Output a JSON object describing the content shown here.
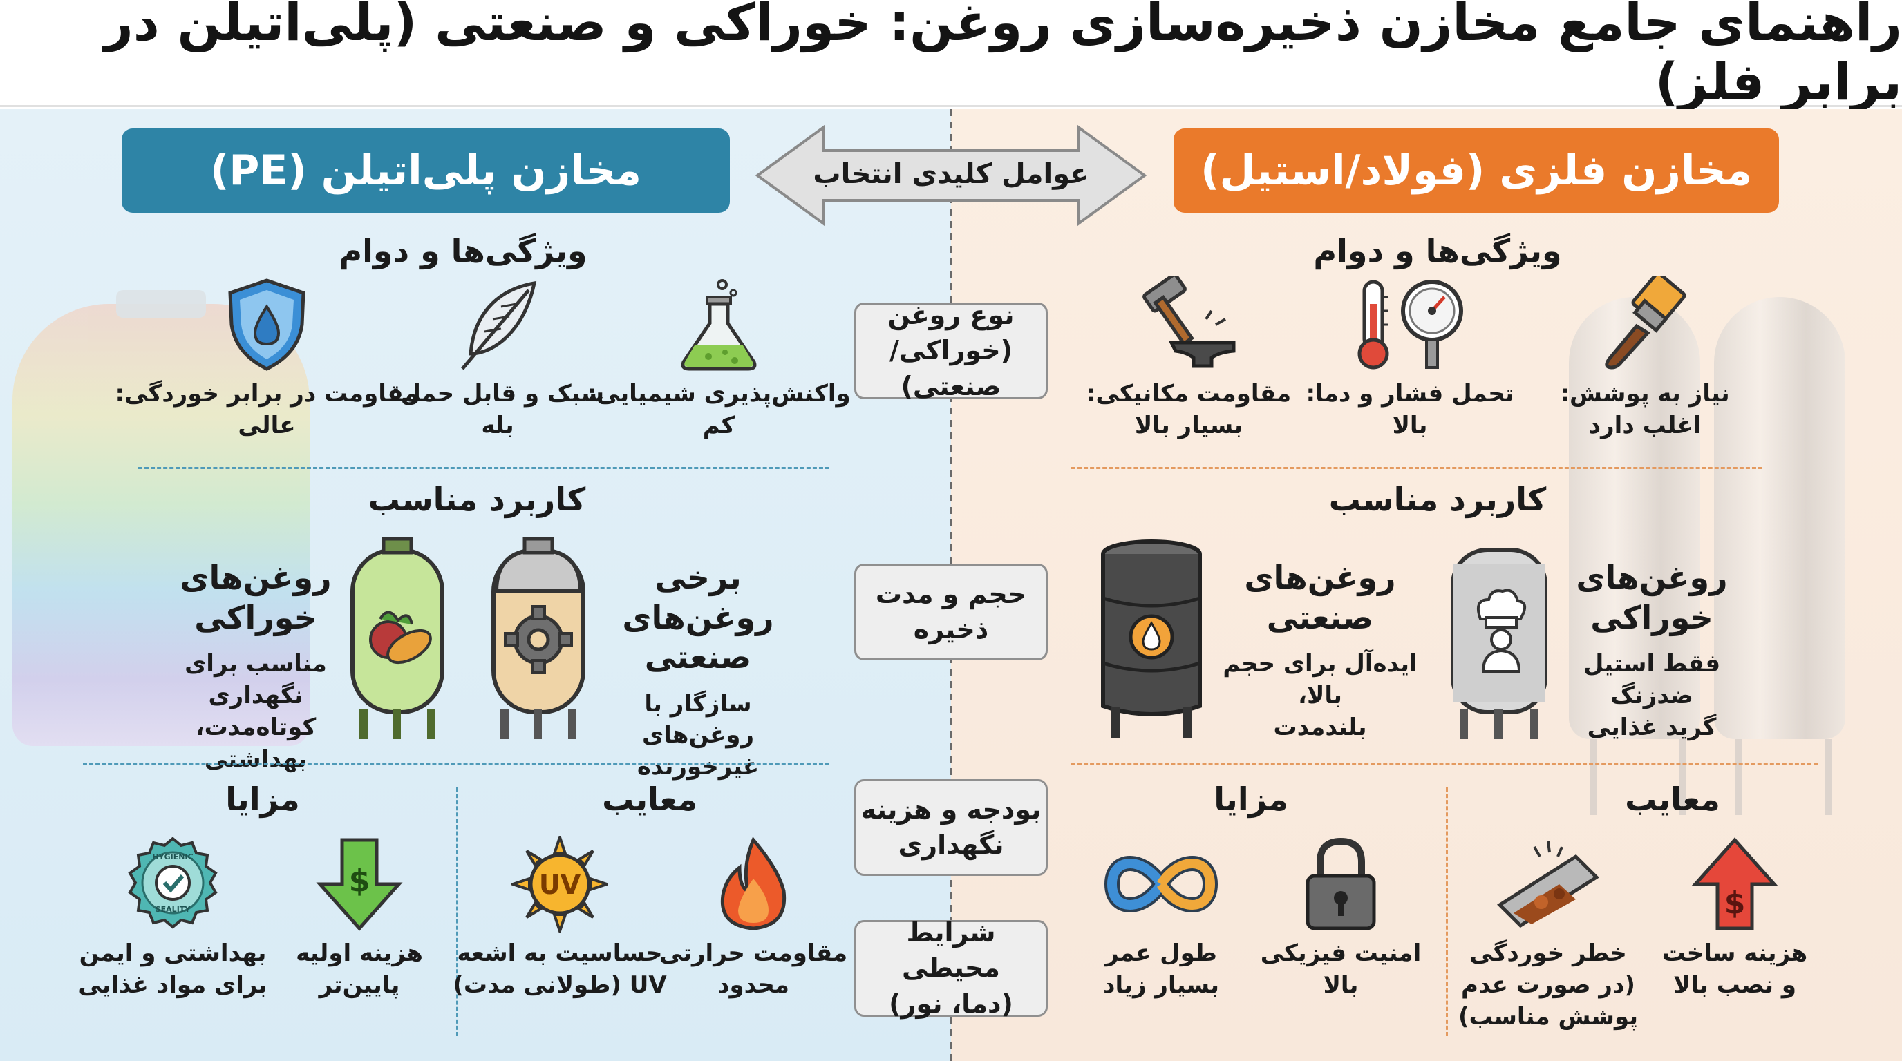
{
  "title": "راهنمای جامع مخازن ذخیره‌سازی روغن: خوراکی و صنعتی (پلی‌اتیلن در برابر فلز)",
  "center_arrow_label": "عوامل کلیدی انتخاب",
  "colors": {
    "pe_header": "#2e84a6",
    "metal_header": "#ea7a2b",
    "pe_bg": "#e4f1f8",
    "metal_bg": "#fbeee2"
  },
  "pe": {
    "header": "مخازن پلی‌اتیلن (PE)",
    "features_title": "ویژگی‌ها و دوام",
    "features": [
      {
        "icon": "flask-icon",
        "line1": "واکنش‌پذیری شیمیایی:",
        "line2": "کم"
      },
      {
        "icon": "feather-icon",
        "line1": "سبک و قابل حمل:",
        "line2": "بله"
      },
      {
        "icon": "shield-drop-icon",
        "line1": "مقاومت در برابر خوردگی:",
        "line2": "عالی"
      }
    ],
    "usage_title": "کاربرد مناسب",
    "usage": [
      {
        "icon": "gear-tank-icon",
        "title1": "برخی روغن‌های",
        "title2": "صنعتی",
        "desc1": "سازگار با روغن‌های",
        "desc2": "غیرخورنده",
        "desc3": ""
      },
      {
        "icon": "vegetable-tank-icon",
        "title1": "روغن‌های",
        "title2": "خوراکی",
        "desc1": "مناسب برای",
        "desc2": "نگهداری کوتاه‌مدت،",
        "desc3": "بهداشتی"
      }
    ],
    "cons_title": "معایب",
    "cons": [
      {
        "icon": "fire-icon",
        "line1": "مقاومت حرارتی",
        "line2": "محدود"
      },
      {
        "icon": "uv-sun-icon",
        "line1": "حساسیت به اشعه",
        "line2": "UV (طولانی مدت)"
      }
    ],
    "pros_title": "مزایا",
    "pros": [
      {
        "icon": "price-down-icon",
        "line1": "هزینه اولیه",
        "line2": "پایین‌تر"
      },
      {
        "icon": "hygienic-seal-icon",
        "line1": "بهداشتی و ایمن",
        "line2": "برای مواد غذایی",
        "seal_top": "HYGIENIC",
        "seal_bottom": "SEALITY"
      }
    ]
  },
  "metal": {
    "header": "مخازن فلزی (فولاد/استیل)",
    "features_title": "ویژگی‌ها و دوام",
    "features": [
      {
        "icon": "paint-brush-icon",
        "line1": "نیاز به پوشش:",
        "line2": "اغلب دارد"
      },
      {
        "icon": "thermometer-gauge-icon",
        "line1": "تحمل فشار و دما:",
        "line2": "بالا"
      },
      {
        "icon": "hammer-anvil-icon",
        "line1": "مقاومت مکانیکی:",
        "line2": "بسیار بالا"
      }
    ],
    "usage_title": "کاربرد مناسب",
    "usage": [
      {
        "icon": "chef-tank-icon",
        "title1": "روغن‌های",
        "title2": "خوراکی",
        "desc1": "فقط استیل ضدزنگ",
        "desc2": "گرید غذایی"
      },
      {
        "icon": "oil-drum-icon",
        "title1": "روغن‌های",
        "title2": "صنعتی",
        "desc1": "ایده‌آل برای حجم بالا،",
        "desc2": "بلندمدت"
      }
    ],
    "cons_title": "معایب",
    "cons": [
      {
        "icon": "price-up-icon",
        "line1": "هزینه ساخت",
        "line2": "و نصب بالا",
        "line3": ""
      },
      {
        "icon": "rust-icon",
        "line1": "خطر خوردگی",
        "line2": "(در صورت عدم",
        "line3": "پوشش مناسب)"
      }
    ],
    "pros_title": "مزایا",
    "pros": [
      {
        "icon": "padlock-icon",
        "line1": "امنیت فیزیکی",
        "line2": "بالا"
      },
      {
        "icon": "infinity-icon",
        "line1": "طول عمر",
        "line2": "بسیار زیاد"
      }
    ]
  },
  "factors": [
    {
      "line1": "نوع روغن",
      "line2": "(خوراکی/صنعتی)"
    },
    {
      "line1": "حجم و مدت",
      "line2": "ذخیره"
    },
    {
      "line1": "بودجه و هزینه",
      "line2": "نگهداری"
    },
    {
      "line1": "شرایط محیطی",
      "line2": "(دما، نور)"
    }
  ]
}
